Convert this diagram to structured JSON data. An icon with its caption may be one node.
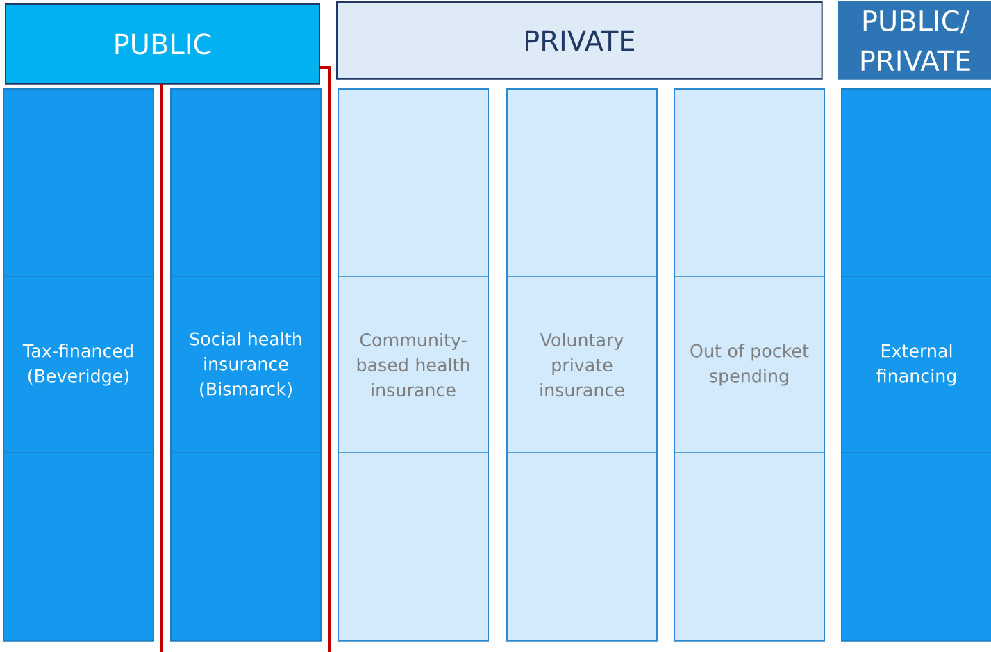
{
  "diagram": {
    "nodes": [
      {
        "text": [
          "PUBLIC"
        ]
      },
      {
        "text": [
          "PRIVATE"
        ]
      },
      {
        "text": [
          "PUBLIC/ PRIVATE"
        ]
      },
      {
        "text": [
          "Tax-financed (Beveridge)"
        ]
      },
      {
        "text": [
          "Social health insurance (Bismarck)"
        ]
      },
      {
        "text": [
          "Community-based health insurance"
        ]
      },
      {
        "text": [
          "Voluntary private insurance"
        ]
      },
      {
        "text": [
          "Out of pocket spending"
        ]
      },
      {
        "text": [
          "External financing"
        ]
      }
    ]
  }
}
